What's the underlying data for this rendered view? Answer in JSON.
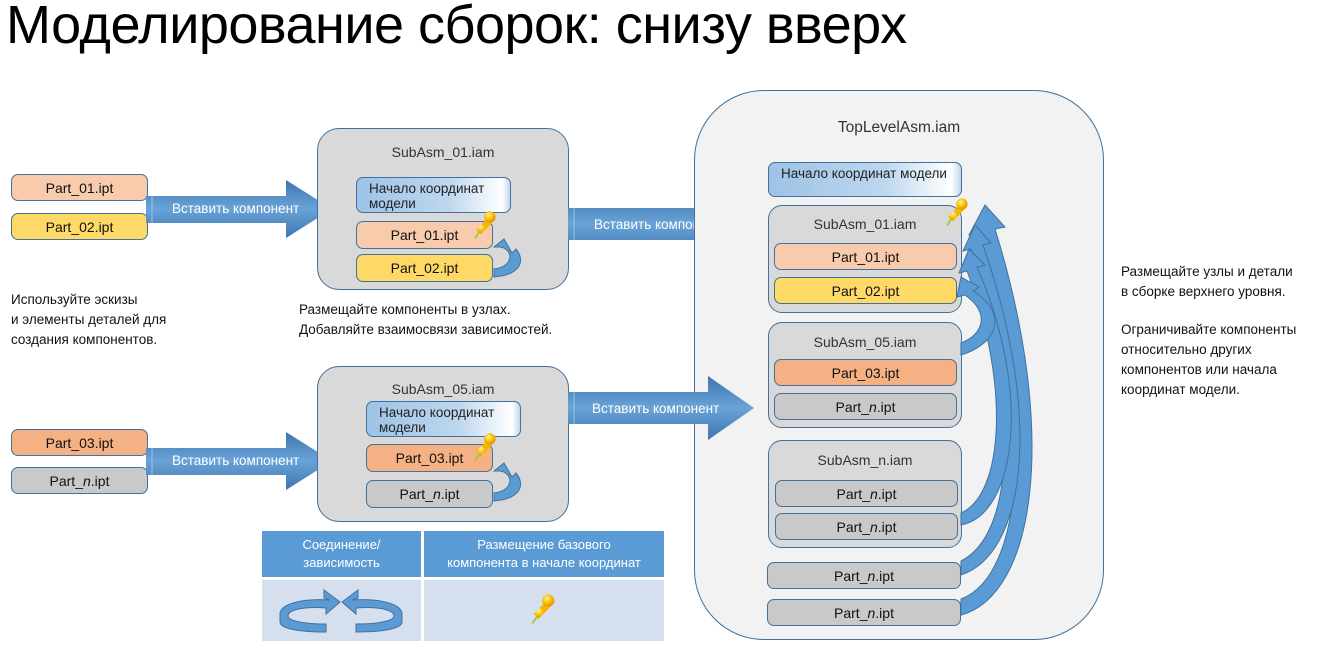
{
  "title": "Моделирование сборок: снизу вверх",
  "insert_label": "Вставить компонент",
  "origin_label": "Начало координат модели",
  "left_parts_top": [
    {
      "name": "Part_01.ipt",
      "color": "#f8cbad"
    },
    {
      "name": "Part_02.ipt",
      "color": "#ffd966"
    }
  ],
  "left_parts_bottom": [
    {
      "prefix": "Part_",
      "italic": "",
      "suffix": "03.ipt",
      "color": "#f4b183"
    },
    {
      "prefix": "Part_",
      "italic": "n",
      "suffix": ".ipt",
      "color": "#c9c9c9"
    }
  ],
  "note_left": [
    "Используйте эскизы",
    "и элементы деталей для",
    "создания компонентов."
  ],
  "subasm_01": {
    "name": "SubAsm_01.iam",
    "parts": [
      "Part_01.ipt",
      "Part_02.ipt"
    ]
  },
  "subasm_05": {
    "name": "SubAsm_05.iam",
    "parts": [
      {
        "prefix": "Part_",
        "italic": "",
        "suffix": "03.ipt"
      },
      {
        "prefix": "Part_",
        "italic": "n",
        "suffix": ".ipt"
      }
    ]
  },
  "note_middle": [
    "Размещайте компоненты в узлах.",
    "Добавляйте взаимосвязи зависимостей."
  ],
  "top_level": {
    "name": "TopLevelAsm.iam",
    "subasm_01": {
      "name": "SubAsm_01.iam",
      "parts": [
        "Part_01.ipt",
        "Part_02.ipt"
      ]
    },
    "subasm_05": {
      "name": "SubAsm_05.iam",
      "parts": [
        "Part_03.ipt"
      ],
      "part_n": {
        "prefix": "Part_",
        "italic": "n",
        "suffix": ".ipt"
      }
    },
    "subasm_n": {
      "name": "SubAsm_n.iam"
    },
    "part_n": {
      "prefix": "Part_",
      "italic": "n",
      "suffix": ".ipt"
    }
  },
  "note_right": [
    "Размещайте узлы и детали",
    "в сборке верхнего уровня.",
    "",
    "Ограничивайте компоненты",
    "относительно других",
    "компонентов или начала",
    "координат модели."
  ],
  "legend": {
    "headers": [
      "Соединение/ зависимость",
      "Размещение базового компонента в начале координат"
    ],
    "header_lines": [
      [
        "Соединение/",
        "зависимость"
      ],
      [
        "Размещение базового",
        "компонента в начале координат"
      ]
    ],
    "icons": [
      "constraint-cycle-icon",
      "pushpin-icon"
    ]
  },
  "colors": {
    "arrow_blue": "#5b9bd5",
    "border_blue": "#41719c",
    "part_peach": "#f8cbad",
    "part_yellow": "#ffd966",
    "part_orange": "#f4b183",
    "part_gray": "#c9c9c9",
    "assembly_gray": "#d9d9d9",
    "top_level_bg": "#f2f2f2",
    "legend_header": "#5b9bd5",
    "legend_cell": "#d6dfee"
  }
}
